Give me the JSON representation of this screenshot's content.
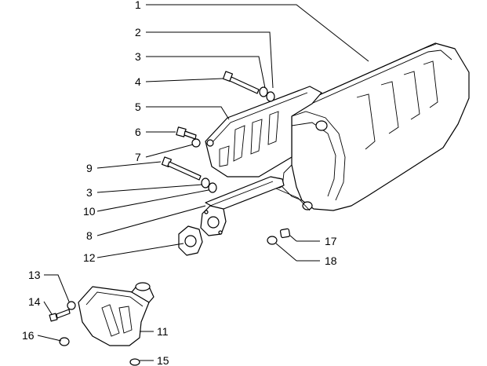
{
  "callouts": {
    "c1": "1",
    "c2": "2",
    "c3a": "3",
    "c3b": "3",
    "c4": "4",
    "c5": "5",
    "c6": "6",
    "c7": "7",
    "c8": "8",
    "c9": "9",
    "c10": "10",
    "c11": "11",
    "c12": "12",
    "c13": "13",
    "c14": "14",
    "c15": "15",
    "c16": "16",
    "c17": "17",
    "c18": "18"
  }
}
